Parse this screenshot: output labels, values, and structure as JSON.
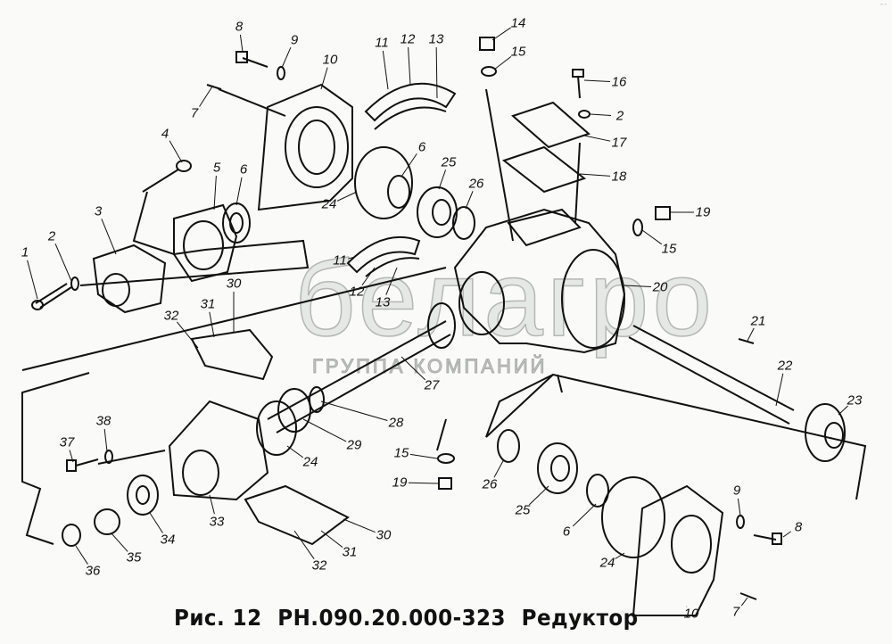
{
  "figure": {
    "caption_prefix": "Рис. 12",
    "caption_code": "РН.090.20.000-323",
    "caption_title": "Редуктор"
  },
  "watermark": {
    "logo": "белагро",
    "subtitle": "ГРУППА КОМПАНИЙ"
  },
  "corner_mark": "ᵕ ‐",
  "callouts": [
    "1",
    "2",
    "3",
    "4",
    "5",
    "6",
    "7",
    "8",
    "9",
    "10",
    "11",
    "12",
    "13",
    "14",
    "15",
    "16",
    "2",
    "17",
    "18",
    "6",
    "25",
    "26",
    "24",
    "19",
    "15",
    "20",
    "11",
    "12",
    "13",
    "31",
    "30",
    "32",
    "21",
    "22",
    "23",
    "27",
    "28",
    "29",
    "24",
    "38",
    "37",
    "15",
    "19",
    "26",
    "25",
    "6",
    "24",
    "9",
    "8",
    "10",
    "7",
    "34",
    "33",
    "35",
    "36",
    "32",
    "31",
    "30"
  ]
}
